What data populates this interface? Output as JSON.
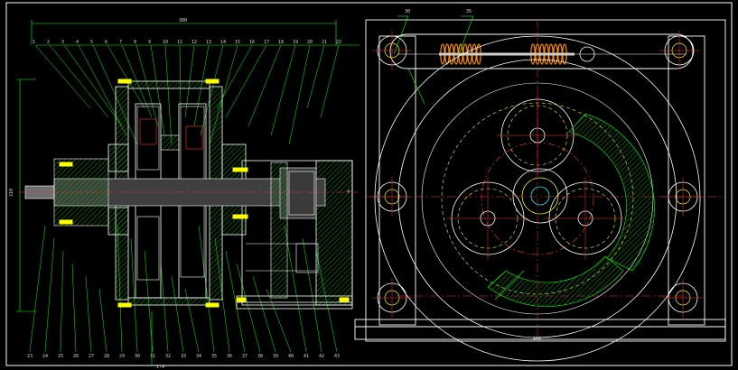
{
  "drawing": {
    "background": "#000000",
    "colors": {
      "frame": "#ffffff",
      "part_outline": "#ffffff",
      "leader": "#00ff00",
      "hatch": "#00dd00",
      "dimension": "#00ff00",
      "centerline": "#ff3030",
      "hidden": "#ffff00",
      "shaft": "#6e6e6e",
      "spring": "#ff8c00",
      "bolt": "#ffff00"
    },
    "views": [
      "section-view",
      "end-view"
    ],
    "labels": {
      "left_dim_top": "380",
      "left_dim_side": "310",
      "left_dim_right": "4",
      "left_bottom_mark": "1:4",
      "right_dim_top_a": "30",
      "right_dim_top_b": "35",
      "right_dim_bottom": "900",
      "balloons_top": [
        "1",
        "2",
        "3",
        "4",
        "5",
        "6",
        "7",
        "8",
        "9",
        "10",
        "11",
        "12",
        "13",
        "14",
        "15",
        "16",
        "17",
        "18",
        "19",
        "20",
        "21",
        "22"
      ],
      "balloons_bottom": [
        "23",
        "24",
        "25",
        "26",
        "27",
        "28",
        "29",
        "30",
        "31",
        "32",
        "33",
        "34",
        "35",
        "36",
        "37",
        "38",
        "39",
        "40",
        "41",
        "42",
        "43"
      ]
    }
  }
}
